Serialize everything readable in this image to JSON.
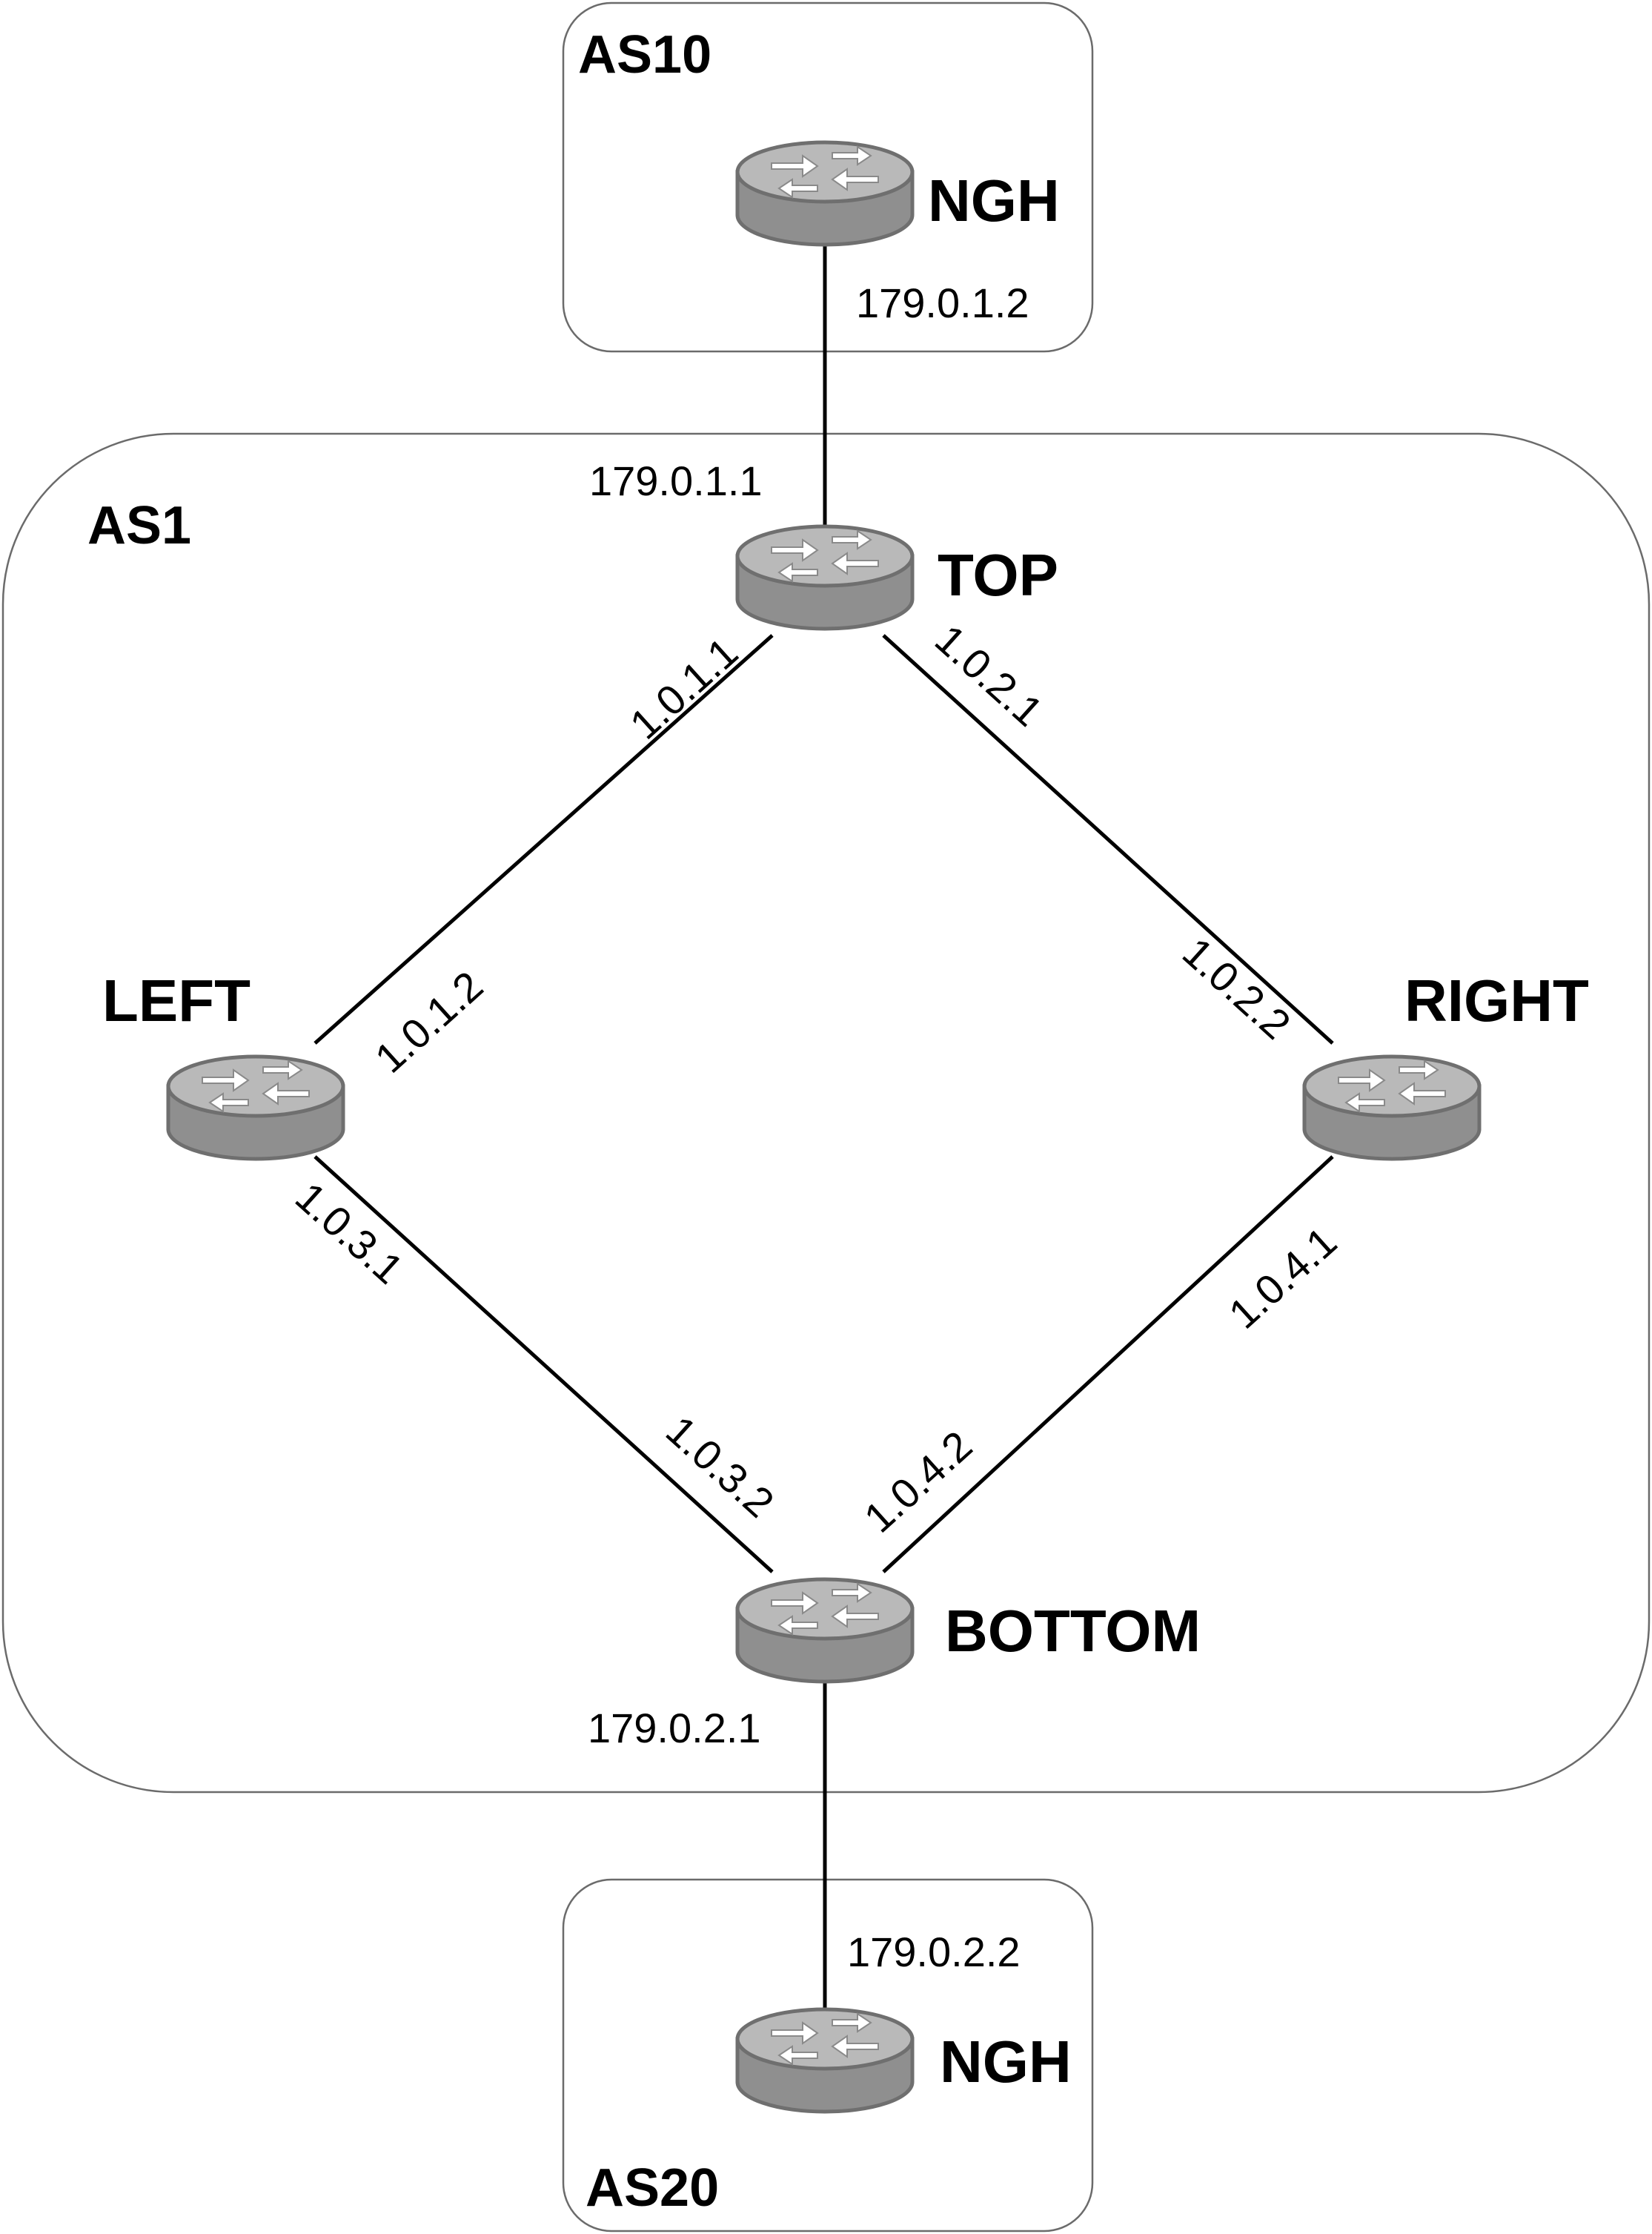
{
  "autonomous_systems": {
    "as10": "AS10",
    "as1": "AS1",
    "as20": "AS20"
  },
  "routers": {
    "ngh_top": "NGH",
    "top": "TOP",
    "left": "LEFT",
    "right": "RIGHT",
    "bottom": "BOTTOM",
    "ngh_bottom": "NGH"
  },
  "addresses": {
    "ngh_top_if": "179.0.1.2",
    "top_ext_if": "179.0.1.1",
    "top_left_if": "1.0.1.1",
    "left_top_if": "1.0.1.2",
    "top_right_if": "1.0.2.1",
    "right_top_if": "1.0.2.2",
    "left_bottom_if": "1.0.3.1",
    "bottom_left_if": "1.0.3.2",
    "right_bottom_if": "1.0.4.1",
    "bottom_right_if": "1.0.4.2",
    "bottom_ext_if": "179.0.2.1",
    "ngh_bottom_if": "179.0.2.2"
  },
  "colors": {
    "router_top": "#b9b9b9",
    "router_side": "#8f8f8f",
    "router_outline": "#6f6f6f",
    "as_border": "#6b6b6b",
    "link": "#000000"
  }
}
